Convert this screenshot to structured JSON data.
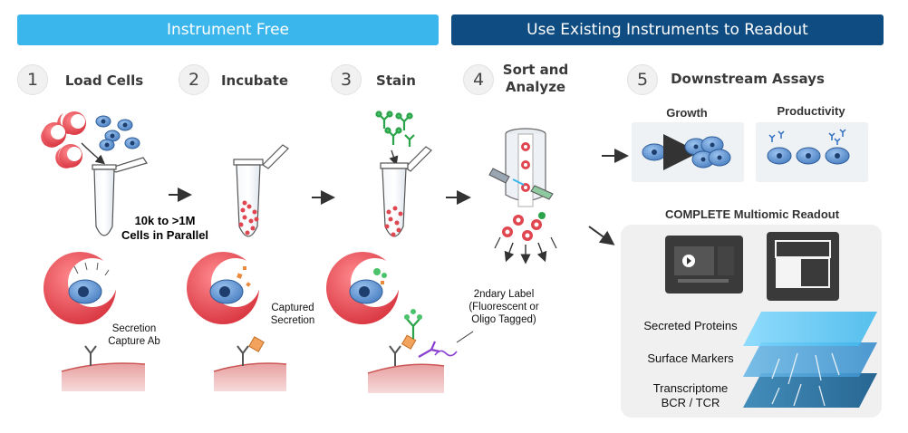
{
  "banners": {
    "instrument_free": "Instrument Free",
    "existing_instruments": "Use Existing Instruments to Readout"
  },
  "steps": [
    {
      "number": "1",
      "title": "Load Cells"
    },
    {
      "number": "2",
      "title": "Incubate"
    },
    {
      "number": "3",
      "title": "Stain"
    },
    {
      "number": "4",
      "title_line1": "Sort and",
      "title_line2": "Analyze"
    },
    {
      "number": "5",
      "title": "Downstream Assays"
    }
  ],
  "labels": {
    "cells_parallel_line1": "10k to >1M",
    "cells_parallel_line2": "Cells in Parallel",
    "capture_ab_line1": "Secretion",
    "capture_ab_line2": "Capture Ab",
    "captured_line1": "Captured",
    "captured_line2": "Secretion",
    "secondary_line1": "2ndary Label",
    "secondary_line2": "(Fluorescent or",
    "secondary_line3": "Oligo Tagged)"
  },
  "downstream": {
    "growth": "Growth",
    "productivity": "Productivity",
    "multiomic_title": "COMPLETE Multiomic Readout",
    "layers": [
      "Secreted Proteins",
      "Surface Markers",
      "Transcriptome",
      "BCR / TCR"
    ]
  },
  "colors": {
    "light_blue": "#3bb6ec",
    "dark_blue": "#0f4c81",
    "bead_red": "#e0464f",
    "cell_blue": "#4a7fc1"
  }
}
